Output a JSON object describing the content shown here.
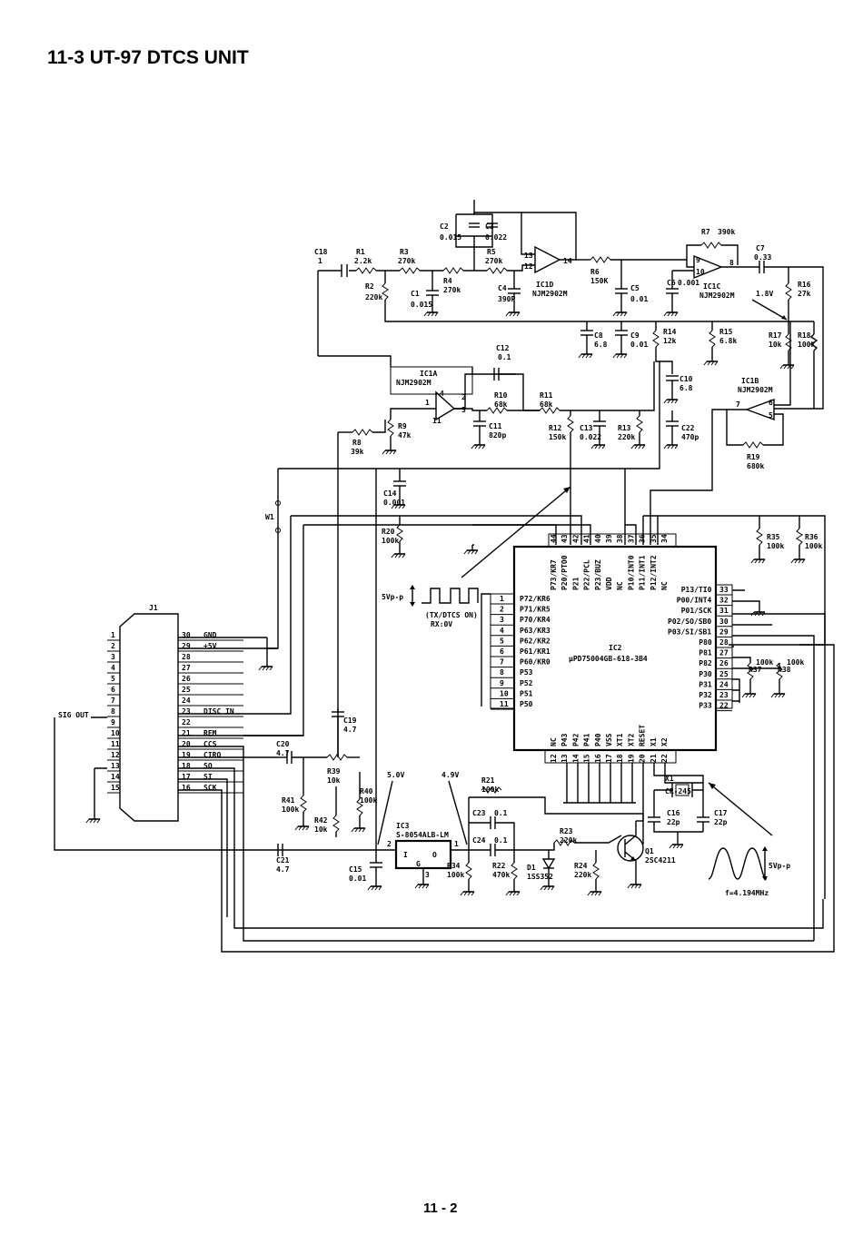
{
  "page": {
    "title": "11-3  UT-97 DTCS UNIT",
    "number": "11 - 2"
  },
  "ic2": {
    "ref": "IC2",
    "part": "µPD75004GB-618-3B4",
    "left_pins": [
      {
        "num": "1",
        "name": "P72/KR6"
      },
      {
        "num": "2",
        "name": "P71/KR5"
      },
      {
        "num": "3",
        "name": "P70/KR4"
      },
      {
        "num": "4",
        "name": "P63/KR3"
      },
      {
        "num": "5",
        "name": "P62/KR2"
      },
      {
        "num": "6",
        "name": "P61/KR1"
      },
      {
        "num": "7",
        "name": "P60/KR0"
      },
      {
        "num": "8",
        "name": "P53"
      },
      {
        "num": "9",
        "name": "P52"
      },
      {
        "num": "10",
        "name": "P51"
      },
      {
        "num": "11",
        "name": "P50"
      }
    ],
    "right_pins": [
      {
        "num": "33",
        "name": "P13/TI0"
      },
      {
        "num": "32",
        "name": "P00/INT4"
      },
      {
        "num": "31",
        "name": "P01/SCK"
      },
      {
        "num": "30",
        "name": "P02/SO/SB0"
      },
      {
        "num": "29",
        "name": "P03/SI/SB1"
      },
      {
        "num": "28",
        "name": "P80"
      },
      {
        "num": "27",
        "name": "P81"
      },
      {
        "num": "26",
        "name": "P82"
      },
      {
        "num": "25",
        "name": "P30"
      },
      {
        "num": "24",
        "name": "P31"
      },
      {
        "num": "23",
        "name": "P32"
      },
      {
        "num": "22",
        "name": "P33"
      }
    ],
    "top_pins": [
      {
        "num": "44",
        "name": "P73/KR7"
      },
      {
        "num": "43",
        "name": "P20/PTO0"
      },
      {
        "num": "42",
        "name": "P21"
      },
      {
        "num": "41",
        "name": "P22/PCL"
      },
      {
        "num": "40",
        "name": "P23/BUZ"
      },
      {
        "num": "39",
        "name": "VDD"
      },
      {
        "num": "38",
        "name": "NC"
      },
      {
        "num": "37",
        "name": "P10/INT0"
      },
      {
        "num": "36",
        "name": "P11/INT1"
      },
      {
        "num": "35",
        "name": "P12/INT2"
      },
      {
        "num": "34",
        "name": "NC"
      }
    ],
    "bottom_pins": [
      {
        "num": "12",
        "name": "NC"
      },
      {
        "num": "13",
        "name": "P43"
      },
      {
        "num": "14",
        "name": "P42"
      },
      {
        "num": "15",
        "name": "P41"
      },
      {
        "num": "16",
        "name": "P40"
      },
      {
        "num": "17",
        "name": "VSS"
      },
      {
        "num": "18",
        "name": "XT1"
      },
      {
        "num": "19",
        "name": "XT2"
      },
      {
        "num": "20",
        "name": "RESET"
      },
      {
        "num": "21",
        "name": "X1"
      },
      {
        "num": "22",
        "name": "X2"
      }
    ]
  },
  "j1": {
    "ref": "J1",
    "left_pins": [
      "1",
      "2",
      "3",
      "4",
      "5",
      "6",
      "7",
      "8",
      "9",
      "10",
      "11",
      "12",
      "13",
      "14",
      "15"
    ],
    "right_pins": [
      {
        "num": "30",
        "sig": "GND"
      },
      {
        "num": "29",
        "sig": "+5V"
      },
      {
        "num": "28",
        "sig": ""
      },
      {
        "num": "27",
        "sig": ""
      },
      {
        "num": "26",
        "sig": ""
      },
      {
        "num": "25",
        "sig": ""
      },
      {
        "num": "24",
        "sig": ""
      },
      {
        "num": "23",
        "sig": "DISC IN"
      },
      {
        "num": "22",
        "sig": ""
      },
      {
        "num": "21",
        "sig": "REM"
      },
      {
        "num": "20",
        "sig": "CCS"
      },
      {
        "num": "19",
        "sig": "CIRQ"
      },
      {
        "num": "18",
        "sig": "SO"
      },
      {
        "num": "17",
        "sig": "SI"
      },
      {
        "num": "16",
        "sig": "SCK"
      }
    ],
    "sig_out": "SIG OUT"
  },
  "opamps": [
    {
      "ref": "IC1D",
      "part": "NJM2902M",
      "pins": [
        "13",
        "12",
        "14"
      ]
    },
    {
      "ref": "IC1C",
      "part": "NJM2902M",
      "pins": [
        "9",
        "10",
        "8"
      ]
    },
    {
      "ref": "IC1A",
      "part": "NJM2902M",
      "pins": [
        "2",
        "3",
        "1",
        "4",
        "11"
      ]
    },
    {
      "ref": "IC1B",
      "part": "NJM2902M",
      "pins": [
        "6",
        "5",
        "7"
      ]
    }
  ],
  "components": {
    "C18": {
      "ref": "C18",
      "val": "1"
    },
    "R1": {
      "ref": "R1",
      "val": "2.2k"
    },
    "R2": {
      "ref": "R2",
      "val": "220k"
    },
    "R3": {
      "ref": "R3",
      "val": "270k"
    },
    "C1": {
      "ref": "C1",
      "val": "0.015"
    },
    "R4": {
      "ref": "R4",
      "val": "270k"
    },
    "C2": {
      "ref": "C2",
      "val": "0.015"
    },
    "C3": {
      "ref": "C3",
      "val": "0.022"
    },
    "R5": {
      "ref": "R5",
      "val": "270k"
    },
    "C4": {
      "ref": "C4",
      "val": "390P"
    },
    "R6": {
      "ref": "R6",
      "val": "150K"
    },
    "C5": {
      "ref": "C5",
      "val": "0.01"
    },
    "R7": {
      "ref": "R7",
      "val": "390k"
    },
    "C6": {
      "ref": "C6",
      "val": "0.001"
    },
    "C7": {
      "ref": "C7",
      "val": "0.33"
    },
    "R16": {
      "ref": "R16",
      "val": "27k"
    },
    "V18": {
      "val": "1.8V"
    },
    "C8": {
      "ref": "C8",
      "val": "6.8"
    },
    "C9": {
      "ref": "C9",
      "val": "0.01"
    },
    "R14": {
      "ref": "R14",
      "val": "12k"
    },
    "R15": {
      "ref": "R15",
      "val": "6.8k"
    },
    "R17": {
      "ref": "R17",
      "val": "10k"
    },
    "R18": {
      "ref": "R18",
      "val": "100k"
    },
    "C12": {
      "ref": "C12",
      "val": "0.1"
    },
    "R10": {
      "ref": "R10",
      "val": "68k"
    },
    "R11": {
      "ref": "R11",
      "val": "68k"
    },
    "C10": {
      "ref": "C10",
      "val": "6.8"
    },
    "R8": {
      "ref": "R8",
      "val": "39k"
    },
    "R9": {
      "ref": "R9",
      "val": "47k"
    },
    "C11": {
      "ref": "C11",
      "val": "820p"
    },
    "R12": {
      "ref": "R12",
      "val": "150k"
    },
    "C13": {
      "ref": "C13",
      "val": "0.022"
    },
    "R13": {
      "ref": "R13",
      "val": "220k"
    },
    "C22": {
      "ref": "C22",
      "val": "470p"
    },
    "R19": {
      "ref": "R19",
      "val": "680k"
    },
    "C14": {
      "ref": "C14",
      "val": "0.001"
    },
    "W1": {
      "ref": "W1"
    },
    "R20": {
      "ref": "R20",
      "val": "100k"
    },
    "R35": {
      "ref": "R35",
      "val": "100k"
    },
    "R36": {
      "ref": "R36",
      "val": "100k"
    },
    "R37": {
      "ref": "R37",
      "val": "100k"
    },
    "R38": {
      "ref": "R38",
      "val": "100k"
    },
    "C19": {
      "ref": "C19",
      "val": "4.7"
    },
    "C20": {
      "ref": "C20",
      "val": "4.7"
    },
    "R39": {
      "ref": "R39",
      "val": "10k"
    },
    "R41": {
      "ref": "R41",
      "val": "100k"
    },
    "R42": {
      "ref": "R42",
      "val": "10k"
    },
    "R40": {
      "ref": "R40",
      "val": "100k"
    },
    "C21": {
      "ref": "C21",
      "val": "4.7"
    },
    "C15": {
      "ref": "C15",
      "val": "0.01"
    },
    "IC3": {
      "ref": "IC3",
      "val": "S-8054ALB-LM"
    },
    "R21": {
      "ref": "R21",
      "val": "100k"
    },
    "C23": {
      "ref": "C23",
      "val": "0.1"
    },
    "C24": {
      "ref": "C24",
      "val": "0.1"
    },
    "R23": {
      "ref": "R23",
      "val": "220k"
    },
    "R34": {
      "ref": "R34",
      "val": "100k"
    },
    "R22": {
      "ref": "R22",
      "val": "470k"
    },
    "D1": {
      "ref": "D1",
      "val": "1SS352"
    },
    "R24": {
      "ref": "R24",
      "val": "220k"
    },
    "Q1": {
      "ref": "Q1",
      "val": "2SC4211"
    },
    "X1": {
      "ref": "X1",
      "val": "CR-245"
    },
    "C16": {
      "ref": "C16",
      "val": "22p"
    },
    "C17": {
      "ref": "C17",
      "val": "22p"
    }
  },
  "annotations": {
    "v50": "5.0V",
    "v49": "4.9V",
    "pulse_amp": "5Vp-p",
    "pulse_note1": "(TX/DTCS ON)",
    "pulse_note2": "RX:0V",
    "sine_amp": "5Vp-p",
    "sine_freq": "f=4.194MHz",
    "ic3_pins": {
      "in": "I",
      "out": "O",
      "gnd": "G",
      "p1": "1",
      "p2": "2",
      "p3": "3"
    }
  }
}
